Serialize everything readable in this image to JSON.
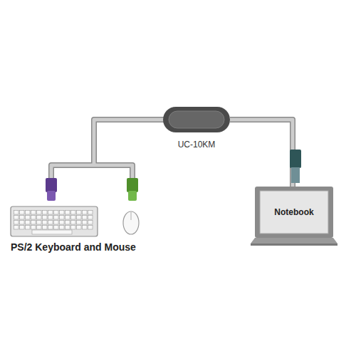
{
  "diagram": {
    "nodes": [
      {
        "text": [
          "UC-10KM"
        ]
      },
      {
        "text": [
          "Notebook"
        ]
      }
    ],
    "edges": [
      {
        "from": 0,
        "to": 1,
        "arrow": "none"
      }
    ],
    "labels": [
      "PS/2 Keyboard and Mouse"
    ]
  }
}
